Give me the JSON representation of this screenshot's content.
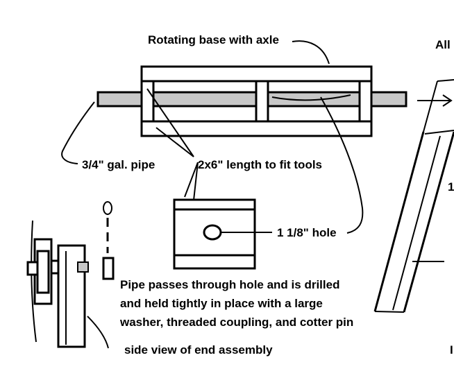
{
  "labels": {
    "rotating_base": "Rotating base with axle",
    "all_partial": "All",
    "pipe": "3/4\" gal. pipe",
    "board": "2x6\"  length to fit tools",
    "hole": "1 1/8\" hole",
    "note_lines": [
      "Pipe passes through hole and is drilled",
      "and held tightly in place with a large",
      "washer,  threaded coupling, and cotter pin"
    ],
    "side_view": "side view of end assembly",
    "right_edge_1": "1",
    "right_edge_2": "I"
  },
  "colors": {
    "ink": "#000000",
    "pipe_fill": "#c8c8c8",
    "background": "#ffffff"
  }
}
